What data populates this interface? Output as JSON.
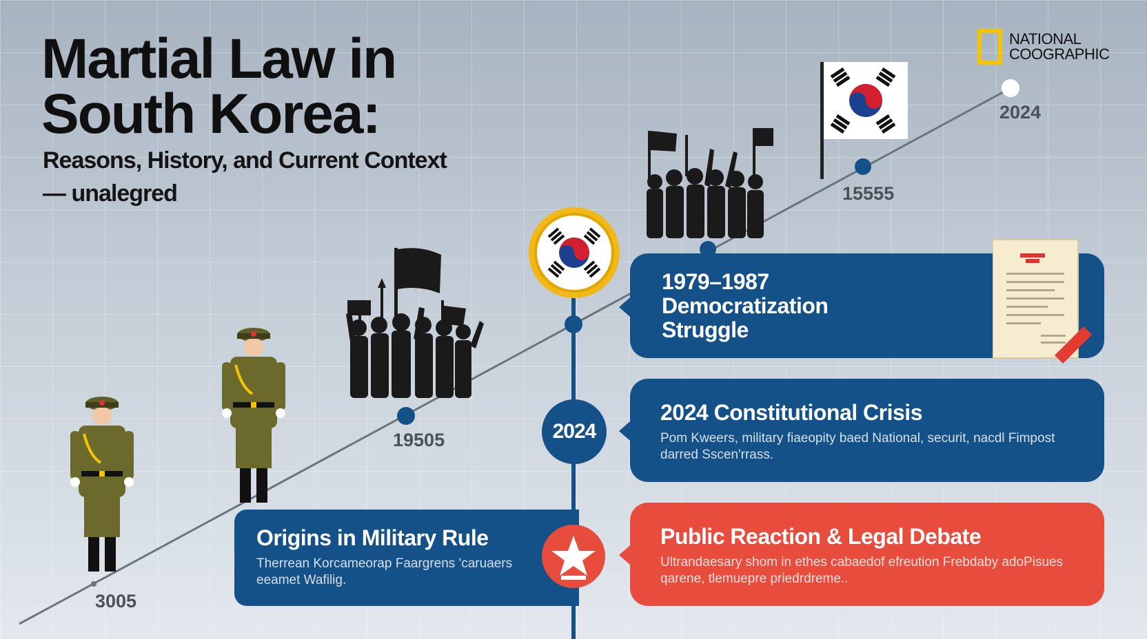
{
  "header": {
    "title": "Martial Law in South Korea:",
    "subtitle": "Reasons, History, and Current Context",
    "subtitle2": "— unalegred"
  },
  "logo": {
    "line1": "NATIONAL",
    "line2": "COOGRAPHIC"
  },
  "timeline": {
    "year_labels": [
      "3005",
      "19505",
      "15555",
      "2024"
    ],
    "center_badge_year": "2024"
  },
  "cards": {
    "democratization": {
      "title": "1979–1987 Democratization Struggle"
    },
    "crisis": {
      "title": "2024 Constitutional Crisis",
      "body": "Pom Kweers, military  fiaeopity baed National, securit, nacdl Fimpost darred Sscen'rrass."
    },
    "origins": {
      "title": "Origins in Military Rule",
      "body": "Therrean Korcameorap Faargrens 'caruaers eeamet Wafilig."
    },
    "reaction": {
      "title": "Public Reaction & Legal Debate",
      "body": "Ultrandaesary shom in ethes cabaedof efreution Frebdaby adoPisues qarene, tlemuepre priedrdreme.."
    }
  },
  "colors": {
    "navy": "#155189",
    "red": "#e84c3c",
    "gold": "#f5c400",
    "olive": "#6b6a2c"
  },
  "icons": [
    "soldier-icon",
    "protest-crowd-icon",
    "korean-flag-icon",
    "document-icon",
    "star-icon"
  ]
}
